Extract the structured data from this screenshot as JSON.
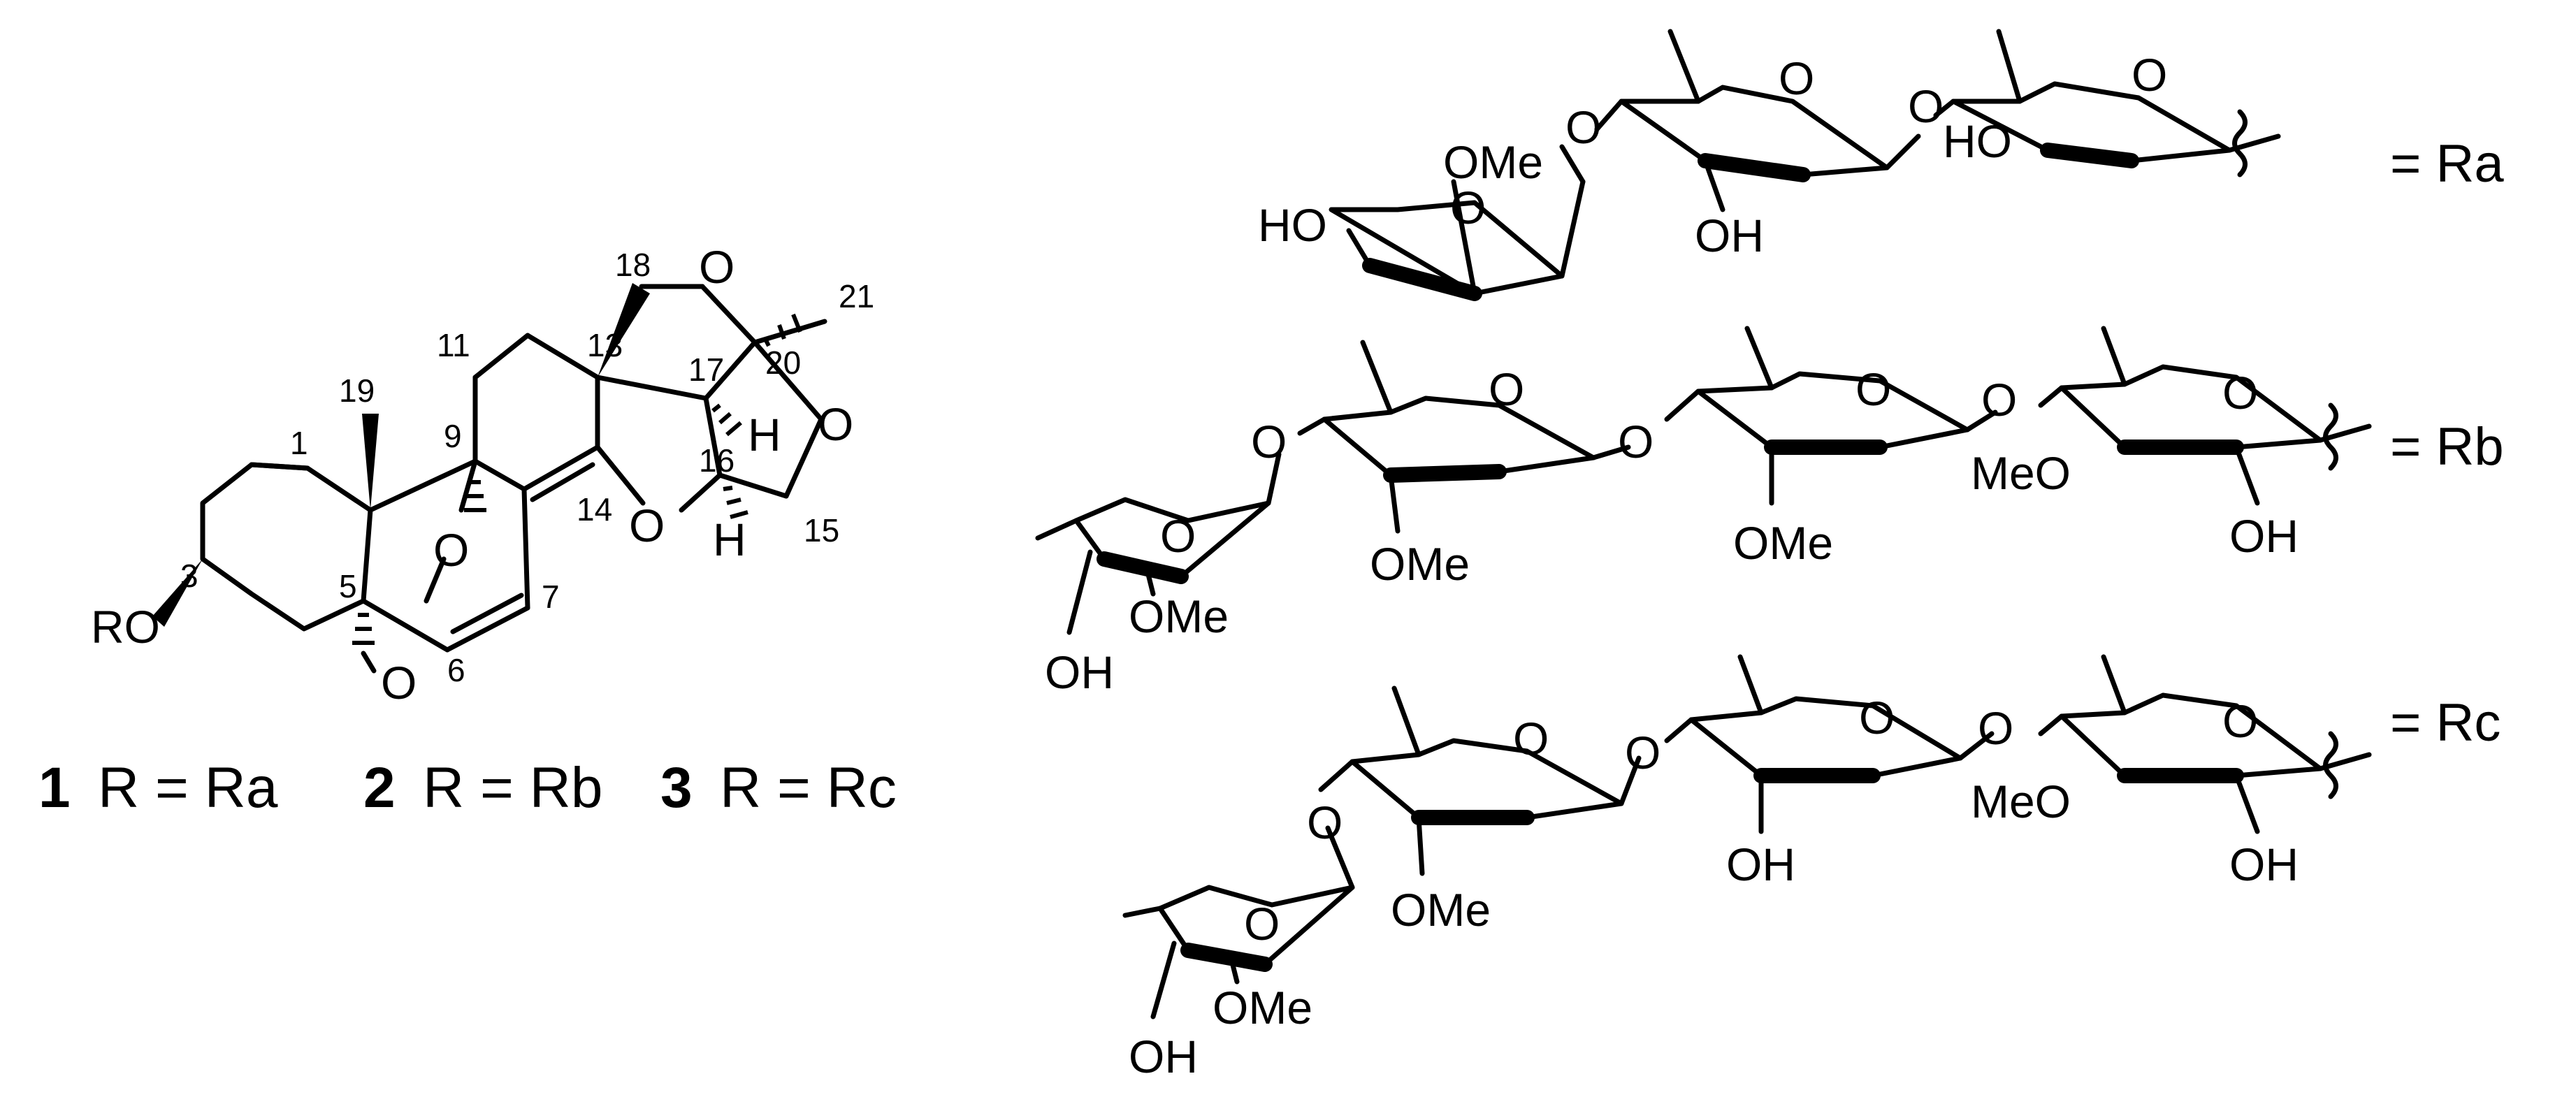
{
  "core": {
    "atoms": {
      "ro": "RO",
      "o_bridge_upper": "O",
      "o_bridge_lower": "O",
      "o_ring_e": "O",
      "o_ring_f": "O",
      "o_ring_g": "O",
      "h16": "H",
      "h17": "H"
    },
    "numbers": {
      "n1": "1",
      "n3": "3",
      "n5": "5",
      "n6": "6",
      "n7": "7",
      "n9": "9",
      "n11": "11",
      "n13": "13",
      "n14": "14",
      "n15": "15",
      "n16": "16",
      "n17": "17",
      "n18": "18",
      "n19": "19",
      "n20": "20",
      "n21": "21"
    }
  },
  "caption": {
    "c1_num": "1",
    "c1_text": "R = Ra",
    "c2_num": "2",
    "c2_text": "R = Rb",
    "c3_num": "3",
    "c3_text": "R = Rc"
  },
  "ra": {
    "label": "= Ra",
    "o_ring1": "O",
    "o_link1": "O",
    "ome1": "OMe",
    "ho1": "HO",
    "o_ring2": "O",
    "oh2": "OH",
    "o_link2": "O",
    "o_ring3": "O",
    "ho3": "HO"
  },
  "rb": {
    "label": "= Rb",
    "o_ring1": "O",
    "oh1": "OH",
    "ome1": "OMe",
    "o_link1": "O",
    "o_ring2": "O",
    "ome2": "OMe",
    "o_link2": "O",
    "o_ring3": "O",
    "ome3": "OMe",
    "o_link3": "O",
    "o_ring4": "O",
    "meo4": "MeO",
    "oh4": "OH"
  },
  "rc": {
    "label": "= Rc",
    "o_ring1": "O",
    "oh1": "OH",
    "ome1": "OMe",
    "o_link1": "O",
    "o_ring2": "O",
    "ome2": "OMe",
    "o_link2": "O",
    "o_ring3": "O",
    "oh3": "OH",
    "o_link3": "O",
    "o_ring4": "O",
    "meo4": "MeO",
    "oh4": "OH"
  }
}
